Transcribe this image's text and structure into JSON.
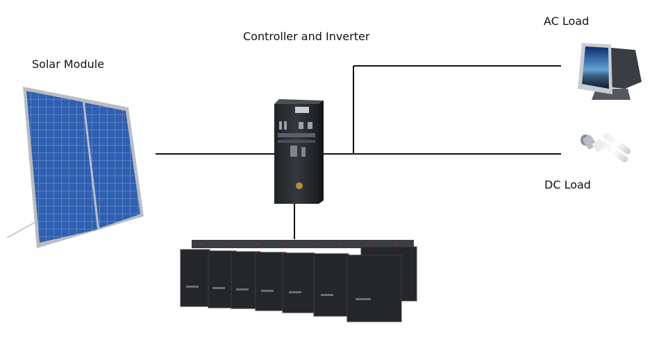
{
  "labels": {
    "solar_module": "Solar Module",
    "controller_inverter": "Controller and Inverter",
    "ac_load": "AC Load",
    "dc_load": "DC Load"
  },
  "colors": {
    "wire": "#111111",
    "panel_cell": "#2f5fb0",
    "panel_frame": "#b9bdc2",
    "cabinet": "#2b2e33",
    "battery": "#24262a"
  },
  "icons": [
    "solar-panel-icon",
    "controller-cabinet-icon",
    "battery-bank-icon",
    "monitor-icon",
    "light-bulb-icon"
  ]
}
